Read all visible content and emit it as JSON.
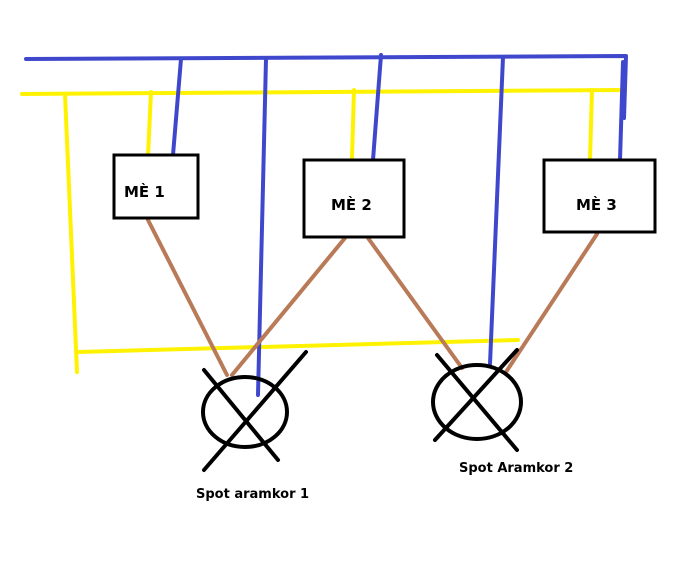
{
  "colors": {
    "blue_wire": "#3f48cc",
    "yellow_wire": "#fff200",
    "brown_wire": "#b97a57",
    "outline": "#000000"
  },
  "switches": [
    {
      "label": "MÈ 1"
    },
    {
      "label": "MÈ  2"
    },
    {
      "label": "MÈ 3"
    }
  ],
  "spots": [
    {
      "label": "Spot aramkor 1"
    },
    {
      "label": "Spot Aramkor 2"
    }
  ]
}
